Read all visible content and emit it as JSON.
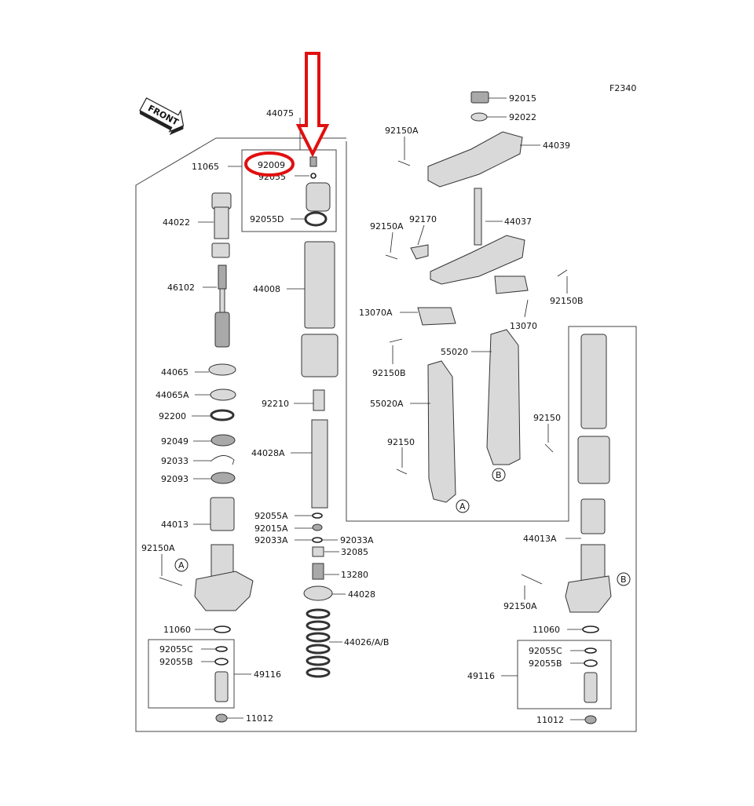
{
  "figure_code": "F2340",
  "front_badge": "FRONT",
  "highlight": {
    "part": "92009",
    "color": "#e01010"
  },
  "labels": {
    "l44075": "44075",
    "l11065": "11065",
    "l92009": "92009",
    "l92055": "92055",
    "l44022": "44022",
    "l92055D": "92055D",
    "l46102": "46102",
    "l44008": "44008",
    "l44065": "44065",
    "l44065A": "44065A",
    "l92200": "92200",
    "l92049": "92049",
    "l92033": "92033",
    "l92093": "92093",
    "l92210": "92210",
    "l44028A": "44028A",
    "l44013": "44013",
    "l92055A": "92055A",
    "l92015A": "92015A",
    "l92033A_l": "92033A",
    "l92033A_r": "92033A",
    "l32085": "32085",
    "l13280": "13280",
    "l44028": "44028",
    "l44026": "44026/A/B",
    "l92150A_l": "92150A",
    "l11060_l": "11060",
    "l92055C_l": "92055C",
    "l92055B_l": "92055B",
    "l49116_l": "49116",
    "l11012_l": "11012",
    "l92015": "92015",
    "l92022": "92022",
    "l92150A_t": "92150A",
    "l44039": "44039",
    "l92170": "92170",
    "l92150A_m": "92150A",
    "l44037": "44037",
    "l92150B_r": "92150B",
    "l13070A": "13070A",
    "l13070": "13070",
    "l92150B_m": "92150B",
    "l55020": "55020",
    "l55020A": "55020A",
    "l92150_l": "92150",
    "l92150_r": "92150",
    "l44013A": "44013A",
    "l92150A_r": "92150A",
    "l11060_r": "11060",
    "l92055C_r": "92055C",
    "l92055B_r": "92055B",
    "l49116_r": "49116",
    "l11012_r": "11012",
    "callout_A1": "A",
    "callout_A2": "A",
    "callout_B1": "B",
    "callout_B2": "B"
  }
}
